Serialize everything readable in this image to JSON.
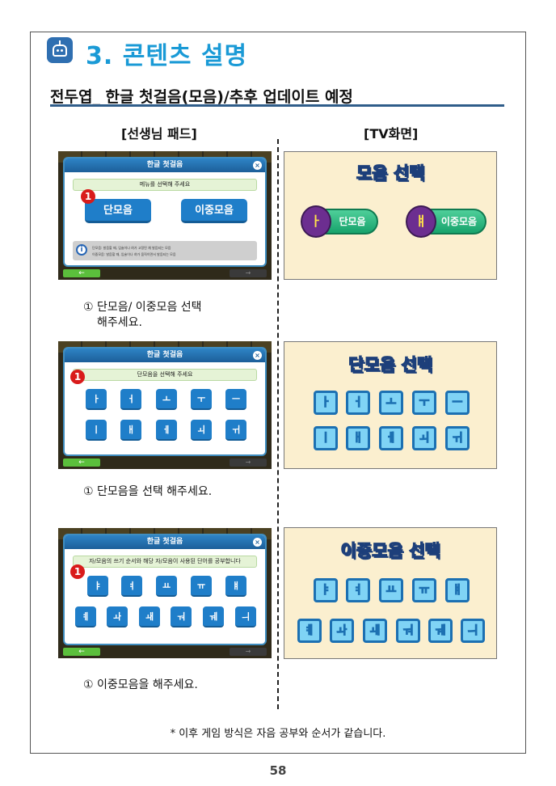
{
  "section": {
    "title": "3. 콘텐츠 설명",
    "icon": "robot-icon"
  },
  "subtitle": "전두엽_ 한글 첫걸음(모음)/추후 업데이트 예정",
  "columns": {
    "left": "[선생님 패드]",
    "right": "[TV화면]"
  },
  "colors": {
    "accent": "#1a9ad6",
    "button": "#1f7ec9",
    "badge": "#d91b1b",
    "tv_bg": "#fbefcf"
  },
  "pad1": {
    "window_title": "한글 첫걸음",
    "close": "×",
    "message": "메뉴를 선택해 주세요",
    "badge": "1",
    "buttons": [
      "단모음",
      "이중모음"
    ],
    "info_lines": [
      "단모음: 발음할 때, 입술이나 혀가 고정된 채 발음되는 모음",
      "이중모음: 발음할 때, 입술이나 혀가 움직이면서 발음되는 모음"
    ],
    "info_icon": "i",
    "back": "←",
    "forward": "→"
  },
  "tv1": {
    "title": "모음 선택",
    "options": [
      {
        "icon": "ㅏ",
        "label": "단모음"
      },
      {
        "icon": "ㅒ",
        "label": "이중모음"
      }
    ]
  },
  "caption1": {
    "line1": "① 단모음/ 이중모음 선택",
    "line2": "해주세요."
  },
  "pad2": {
    "window_title": "한글 첫걸음",
    "close": "×",
    "message": "단모음을 선택해 주세요",
    "badge": "1",
    "row1": [
      "ㅏ",
      "ㅓ",
      "ㅗ",
      "ㅜ",
      "ㅡ"
    ],
    "row2": [
      "ㅣ",
      "ㅐ",
      "ㅔ",
      "ㅚ",
      "ㅟ"
    ],
    "back": "←",
    "forward": "→"
  },
  "tv2": {
    "title": "단모음 선택",
    "row1": [
      "ㅏ",
      "ㅓ",
      "ㅗ",
      "ㅜ",
      "ㅡ"
    ],
    "row2": [
      "ㅣ",
      "ㅐ",
      "ㅔ",
      "ㅚ",
      "ㅟ"
    ]
  },
  "caption2": "① 단모음을 선택 해주세요.",
  "pad3": {
    "window_title": "한글 첫걸음",
    "close": "×",
    "message": "자/모음의 쓰기 순서와 해당 자/모음이 사용된 단어를 공부합니다",
    "badge": "1",
    "row1": [
      "ㅑ",
      "ㅕ",
      "ㅛ",
      "ㅠ",
      "ㅒ"
    ],
    "row2": [
      "ㅖ",
      "ㅘ",
      "ㅙ",
      "ㅝ",
      "ㅞ",
      "ㅢ"
    ],
    "back": "←",
    "forward": "→"
  },
  "tv3": {
    "title": "이중모음 선택",
    "row1": [
      "ㅑ",
      "ㅕ",
      "ㅛ",
      "ㅠ",
      "ㅒ"
    ],
    "row2": [
      "ㅖ",
      "ㅘ",
      "ㅙ",
      "ㅝ",
      "ㅞ",
      "ㅢ"
    ]
  },
  "caption3": "① 이중모음을 해주세요.",
  "note": "* 이후 게임 방식은 자음 공부와 순서가 같습니다.",
  "page_number": "58"
}
